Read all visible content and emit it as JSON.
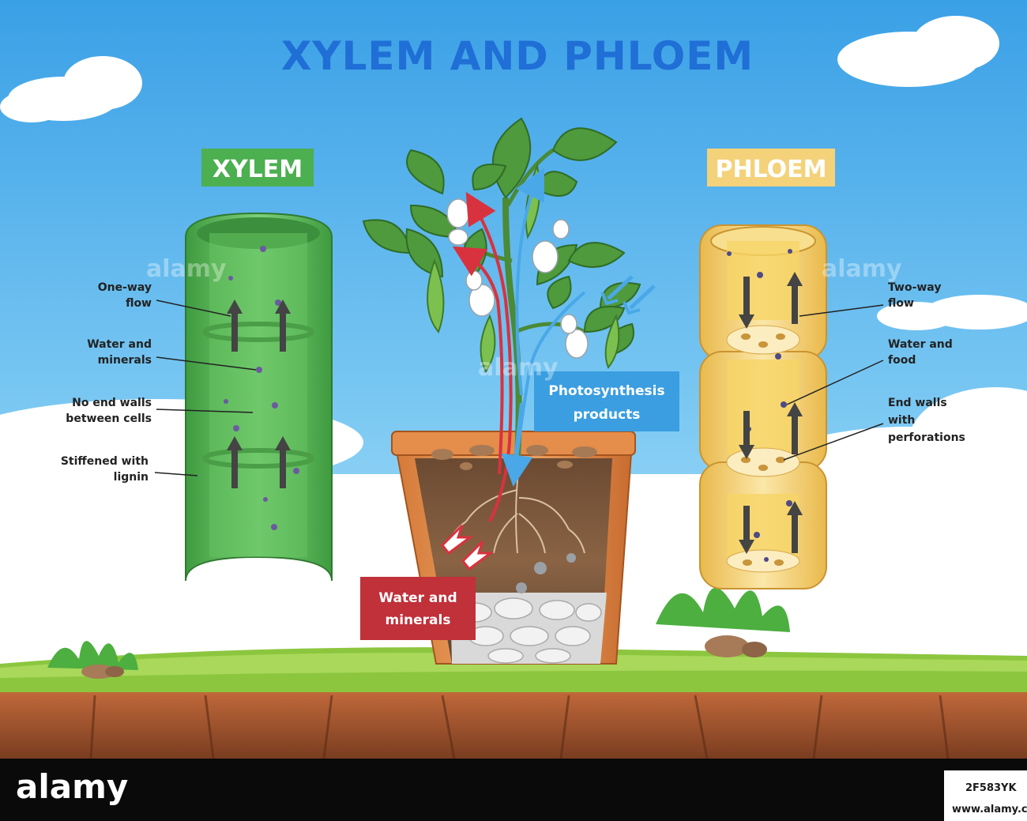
{
  "title": "XYLEM AND PHLOEM",
  "xylem": {
    "tag": "XYLEM",
    "labels": {
      "one_way_1": "One-way",
      "one_way_2": "flow",
      "water_1": "Water and",
      "water_2": "minerals",
      "noend_1": "No end walls",
      "noend_2": "between cells",
      "stiff_1": "Stiffened with",
      "stiff_2": "lignin"
    }
  },
  "phloem": {
    "tag": "PHLOEM",
    "labels": {
      "two_way_1": "Two-way",
      "two_way_2": "flow",
      "food_1": "Water and",
      "food_2": "food",
      "end_1": "End walls",
      "end_2": "with",
      "end_3": "perforations"
    }
  },
  "plant": {
    "photo_1": "Photosynthesis",
    "photo_2": "products",
    "water_1": "Water and",
    "water_2": "minerals"
  },
  "watermark": {
    "brand": "alamy",
    "image_id": "2F583YK",
    "url": "www.alamy.com"
  },
  "colors": {
    "sky_top": "#3aa0e6",
    "sky_bottom": "#bfe6fb",
    "title": "#1f6fd6",
    "xylem_green": "#5cb85c",
    "phloem_yellow": "#f3d27a",
    "photo_blue": "#3a9ee0",
    "water_red": "#c0313a",
    "grass": "#8cc63f"
  }
}
